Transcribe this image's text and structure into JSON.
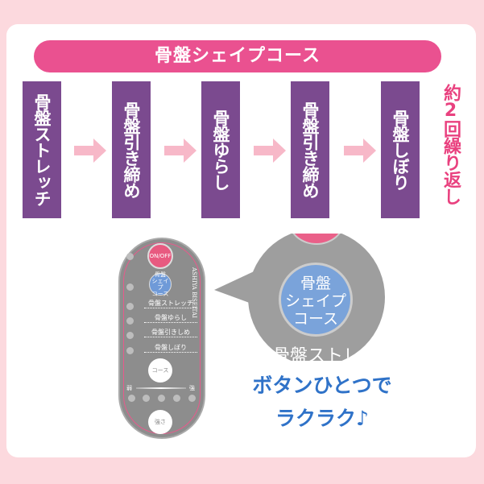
{
  "title": "骨盤シェイプコース",
  "steps": [
    "骨盤ストレッチ",
    "骨盤引き締め",
    "骨盤ゆらし",
    "骨盤引き締め",
    "骨盤しぼり"
  ],
  "repeat": "約2回繰り返し",
  "remote": {
    "power": "ON/OFF",
    "course_button": "骨盤シェイプコース",
    "course_lines": [
      "骨盤",
      "シェイプ",
      "コース"
    ],
    "brand": "ASHIYA BISEITAI",
    "modes": [
      "骨盤ストレッチ",
      "骨盤ゆらし",
      "骨盤引きしめ",
      "骨盤しぼり"
    ],
    "course": "コース",
    "weak": "弱",
    "strong": "強",
    "strength": "強さ"
  },
  "bubble": {
    "lines": [
      "骨盤",
      "シェイプ",
      "コース"
    ],
    "below": "骨盤ストレ"
  },
  "tagline": [
    "ボタンひとつで",
    "ラクラク♪"
  ],
  "colors": {
    "pink": "#ea5190",
    "purple": "#7b4a8f",
    "blue": "#2f72c8",
    "background": "#fcd9de"
  }
}
